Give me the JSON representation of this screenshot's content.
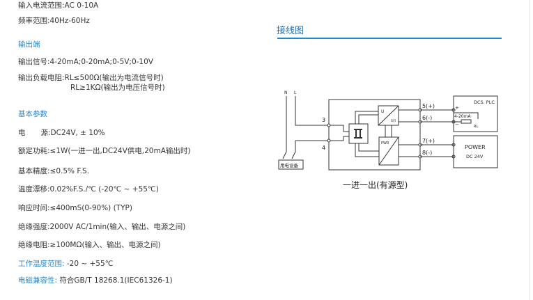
{
  "input": {
    "current_range": "输入电流范围:AC 0-10A",
    "frequency": "频率范围:40Hz-60Hz"
  },
  "output": {
    "heading": "输出端",
    "signal": "输出信号:4-20mA;0-20mA;0-5V;0-10V",
    "load1": "输出负载电阻:RL≤500Ω(输出为电流信号时)",
    "load2": "RL≥1KΩ(输出为电压信号时)"
  },
  "basic": {
    "heading": "基本参数",
    "power_label": "电",
    "power_label2": "源:DC24V, ± 10%",
    "consumption": "额定功耗:≤1W(一进一出,DC24V供电,20mA输出时)",
    "accuracy": "基本精度:≤0.5% F.S.",
    "drift": "温度漂移:0.02%F.S./℃ (-20℃ ~ +55℃)",
    "response": "响应时间:≤400mS(0-90%) (TYP)",
    "insulation_strength": "绝缘强度:2000V AC/1min(输入、输出、电源之间)",
    "insulation_resistance": "绝缘电阻:≥100MΩ(输入、输出、电源之间)",
    "op_temp_label": "工作温度范围:",
    "op_temp_value": " -20 ~ +55℃",
    "emc_label": "电磁兼容性:",
    "emc_value": " 符合GB/T 18268.1(IEC61326-1)"
  },
  "diagram": {
    "title": "接线图",
    "N": "N",
    "L": "L",
    "t3": "3",
    "t4": "4",
    "t5": "5(+)",
    "t6": "6(-)",
    "t7": "7(+)",
    "t8": "8(-)",
    "U": "U",
    "UI": "U/I",
    "PWR": "PWR",
    "dcs": "DCS. PLC",
    "plus": "+",
    "minus": "−",
    "ma": "4-20mA",
    "rl": "RL",
    "power": "POWER",
    "dc": "DC 24V",
    "device": "用电设备",
    "caption": "一进一出(有源型)"
  },
  "colors": {
    "accent": "#2a86c8",
    "rule": "#1e88d8"
  }
}
